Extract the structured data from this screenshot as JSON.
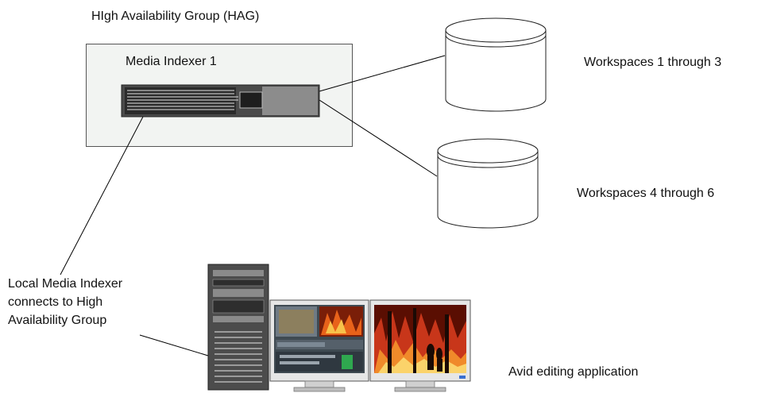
{
  "diagram": {
    "hag_title": "HIgh Availability Group (HAG)",
    "media_indexer_label": "Media Indexer 1",
    "workspaces_group_a": "Workspaces 1 through 3",
    "workspaces_group_b": "Workspaces 4 through 6",
    "local_indexer_note": "Local Media Indexer\nconnects to High\nAvailability Group",
    "editing_app_label": "Avid editing application"
  },
  "colors": {
    "hag_box_fill": "#f2f4f2",
    "server_body": "#4a4a4a",
    "server_panel": "#8a8a8a",
    "storage_fill": "#ffffff",
    "line": "#000000"
  }
}
